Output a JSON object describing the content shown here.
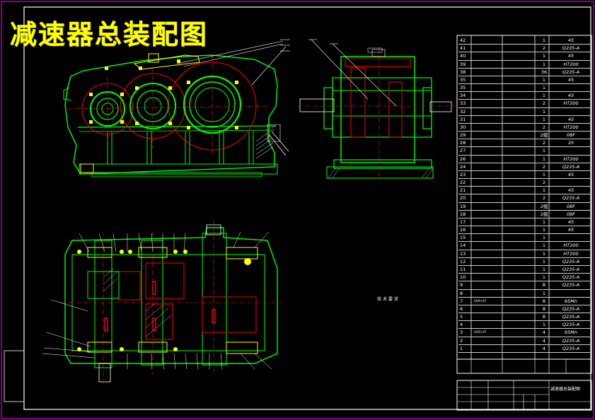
{
  "drawing": {
    "title": "减速器总装配图",
    "notes_title": "技 术 要 求",
    "notes_lines": [
      "",
      "",
      "",
      "",
      "",
      "",
      "",
      ""
    ],
    "title_block_name": "减速器总装配图"
  },
  "bom_rows": [
    {
      "no": "42",
      "code": "",
      "name": "",
      "qty": "1",
      "mat": "45"
    },
    {
      "no": "41",
      "code": "",
      "name": "",
      "qty": "2",
      "mat": "Q235-A"
    },
    {
      "no": "40",
      "code": "",
      "name": "",
      "qty": "1",
      "mat": "45"
    },
    {
      "no": "39",
      "code": "",
      "name": "",
      "qty": "1",
      "mat": "HT200"
    },
    {
      "no": "38",
      "code": "",
      "name": "",
      "qty": "36",
      "mat": "Q235-A"
    },
    {
      "no": "35",
      "code": "",
      "name": "",
      "qty": "1",
      "mat": "45"
    },
    {
      "no": "35",
      "code": "",
      "name": "",
      "qty": "1",
      "mat": ""
    },
    {
      "no": "34",
      "code": "",
      "name": "",
      "qty": "1",
      "mat": "45"
    },
    {
      "no": "33",
      "code": "",
      "name": "",
      "qty": "2",
      "mat": "HT200"
    },
    {
      "no": "32",
      "code": "",
      "name": "",
      "qty": "1",
      "mat": ""
    },
    {
      "no": "31",
      "code": "",
      "name": "",
      "qty": "1",
      "mat": "45"
    },
    {
      "no": "30",
      "code": "",
      "name": "",
      "qty": "2",
      "mat": "HT200"
    },
    {
      "no": "29",
      "code": "",
      "name": "",
      "qty": "2组",
      "mat": "08F"
    },
    {
      "no": "28",
      "code": "",
      "name": "",
      "qty": "2",
      "mat": "35"
    },
    {
      "no": "27",
      "code": "",
      "name": "",
      "qty": "1",
      "mat": ""
    },
    {
      "no": "26",
      "code": "",
      "name": "",
      "qty": "1",
      "mat": "HT200"
    },
    {
      "no": "24",
      "code": "",
      "name": "",
      "qty": "2",
      "mat": "Q235-A"
    },
    {
      "no": "23",
      "code": "",
      "name": "",
      "qty": "1",
      "mat": "45"
    },
    {
      "no": "22",
      "code": "",
      "name": "",
      "qty": "2",
      "mat": ""
    },
    {
      "no": "21",
      "code": "",
      "name": "",
      "qty": "1",
      "mat": "45"
    },
    {
      "no": "20",
      "code": "",
      "name": "",
      "qty": "2",
      "mat": "Q235-A"
    },
    {
      "no": "19",
      "code": "",
      "name": "",
      "qty": "2组",
      "mat": "08F"
    },
    {
      "no": "18",
      "code": "",
      "name": "",
      "qty": "2组",
      "mat": "08F"
    },
    {
      "no": "17",
      "code": "",
      "name": "",
      "qty": "1",
      "mat": "45"
    },
    {
      "no": "16",
      "code": "",
      "name": "",
      "qty": "1",
      "mat": "45"
    },
    {
      "no": "15",
      "code": "",
      "name": "",
      "qty": "1",
      "mat": ""
    },
    {
      "no": "14",
      "code": "",
      "name": "",
      "qty": "1",
      "mat": "HT200"
    },
    {
      "no": "13",
      "code": "",
      "name": "",
      "qty": "1",
      "mat": "HT200"
    },
    {
      "no": "12",
      "code": "",
      "name": "",
      "qty": "1",
      "mat": "Q235-A"
    },
    {
      "no": "11",
      "code": "",
      "name": "",
      "qty": "1",
      "mat": "Q235-A"
    },
    {
      "no": "10",
      "code": "",
      "name": "",
      "qty": "1",
      "mat": "Q235-A"
    },
    {
      "no": "9",
      "code": "",
      "name": "",
      "qty": "8",
      "mat": "Q235-A"
    },
    {
      "no": "8",
      "code": "",
      "name": "",
      "qty": "1",
      "mat": ""
    },
    {
      "no": "7",
      "code": "GB93-87",
      "name": "",
      "qty": "8",
      "mat": "65Mn"
    },
    {
      "no": "6",
      "code": "",
      "name": "",
      "qty": "8",
      "mat": "Q235-A"
    },
    {
      "no": "5",
      "code": "",
      "name": "",
      "qty": "8",
      "mat": "Q235-A"
    },
    {
      "no": "4",
      "code": "",
      "name": "",
      "qty": "1",
      "mat": "Q235-A"
    },
    {
      "no": "3",
      "code": "GB93-87",
      "name": "",
      "qty": "4",
      "mat": "65Mn"
    },
    {
      "no": "2",
      "code": "",
      "name": "",
      "qty": "4",
      "mat": "Q235-A"
    },
    {
      "no": "1",
      "code": "",
      "name": "",
      "qty": "4",
      "mat": "Q235-A"
    }
  ],
  "colors": {
    "background": "#000000",
    "frame": "#ffffff",
    "body": "#00ff00",
    "gear": "#ff0000",
    "center": "#ff2020",
    "title": "#ffff00",
    "dim": "#00ffff",
    "detail": "#ffff00"
  }
}
